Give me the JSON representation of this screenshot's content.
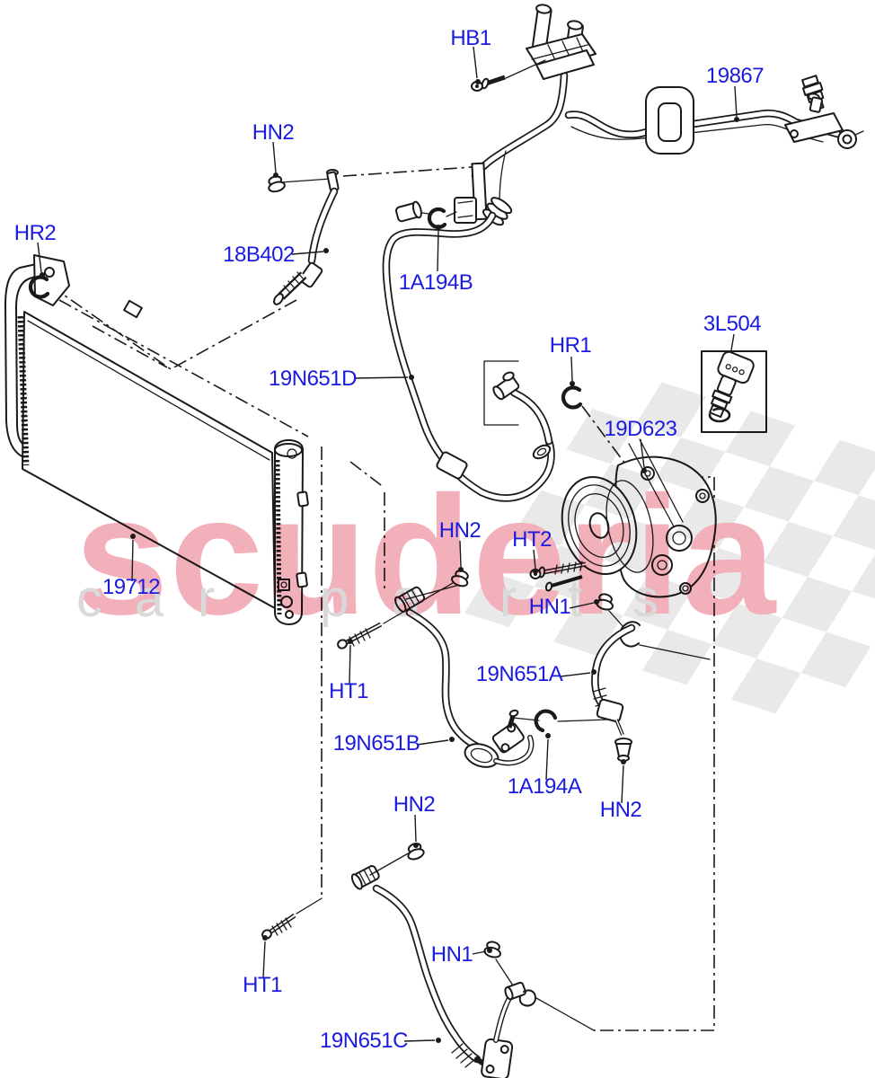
{
  "colors": {
    "background": "#ffffff",
    "line": "#1a1a1a",
    "label": "#1a1ae0",
    "watermark_pink": "#f2b0bb",
    "watermark_gray": "#d9d9d9",
    "flag_gray": "#e9e9e9"
  },
  "watermark": {
    "brand": "scuderia",
    "tagline_letters": [
      "c",
      "a",
      "r",
      "p",
      "a",
      "r",
      "t",
      "s"
    ]
  },
  "labels": [
    {
      "text": "HB1"
    },
    {
      "text": "19867"
    },
    {
      "text": "HN2"
    },
    {
      "text": "18B402"
    },
    {
      "text": "1A194B"
    },
    {
      "text": "HR2"
    },
    {
      "text": "19N651D"
    },
    {
      "text": "HR1"
    },
    {
      "text": "3L504"
    },
    {
      "text": "19D623"
    },
    {
      "text": "19712"
    },
    {
      "text": "HN2"
    },
    {
      "text": "HT2"
    },
    {
      "text": "HN1"
    },
    {
      "text": "19N651A"
    },
    {
      "text": "19N651B"
    },
    {
      "text": "1A194A"
    },
    {
      "text": "HN2"
    },
    {
      "text": "HN2"
    },
    {
      "text": "HT1"
    },
    {
      "text": "HT1"
    },
    {
      "text": "HN1"
    },
    {
      "text": "19N651C"
    }
  ]
}
